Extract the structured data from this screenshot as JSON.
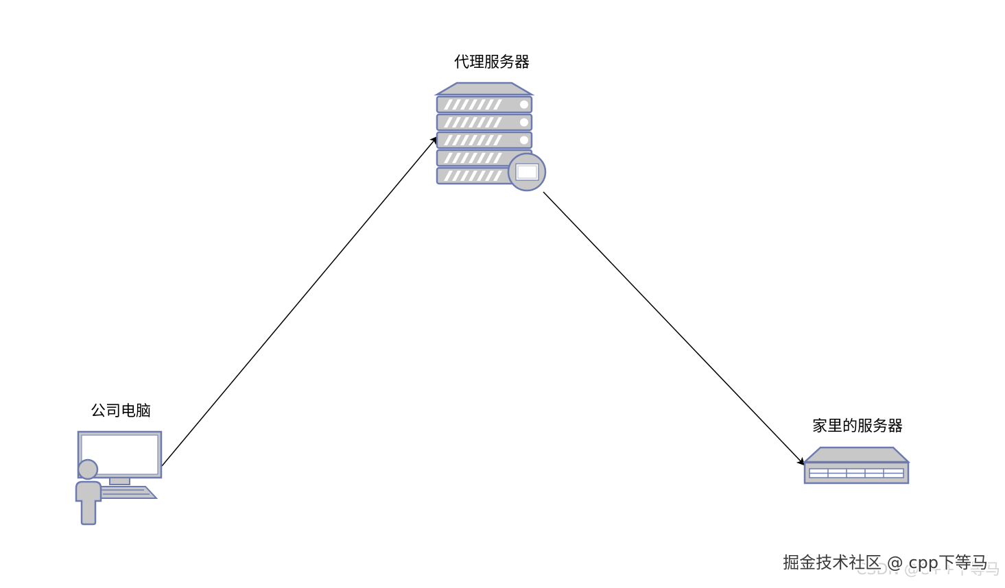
{
  "nodes": {
    "proxy_server": {
      "label": "代理服务器",
      "icon": "rack-server-icon"
    },
    "company_pc": {
      "label": "公司电脑",
      "icon": "user-workstation-icon"
    },
    "home_server": {
      "label": "家里的服务器",
      "icon": "rack-1u-server-icon"
    }
  },
  "edges": [
    {
      "from": "company_pc",
      "to": "proxy_server",
      "arrow": "end"
    },
    {
      "from": "proxy_server",
      "to": "home_server",
      "arrow": "end"
    }
  ],
  "watermark": {
    "primary": "掘金技术社区 @ cpp下等马",
    "secondary": "CSDN @C++下等马"
  },
  "colors": {
    "icon_fill": "#c8c8c8",
    "icon_stroke": "#6c7ab0",
    "edge": "#000000",
    "background": "#ffffff"
  }
}
